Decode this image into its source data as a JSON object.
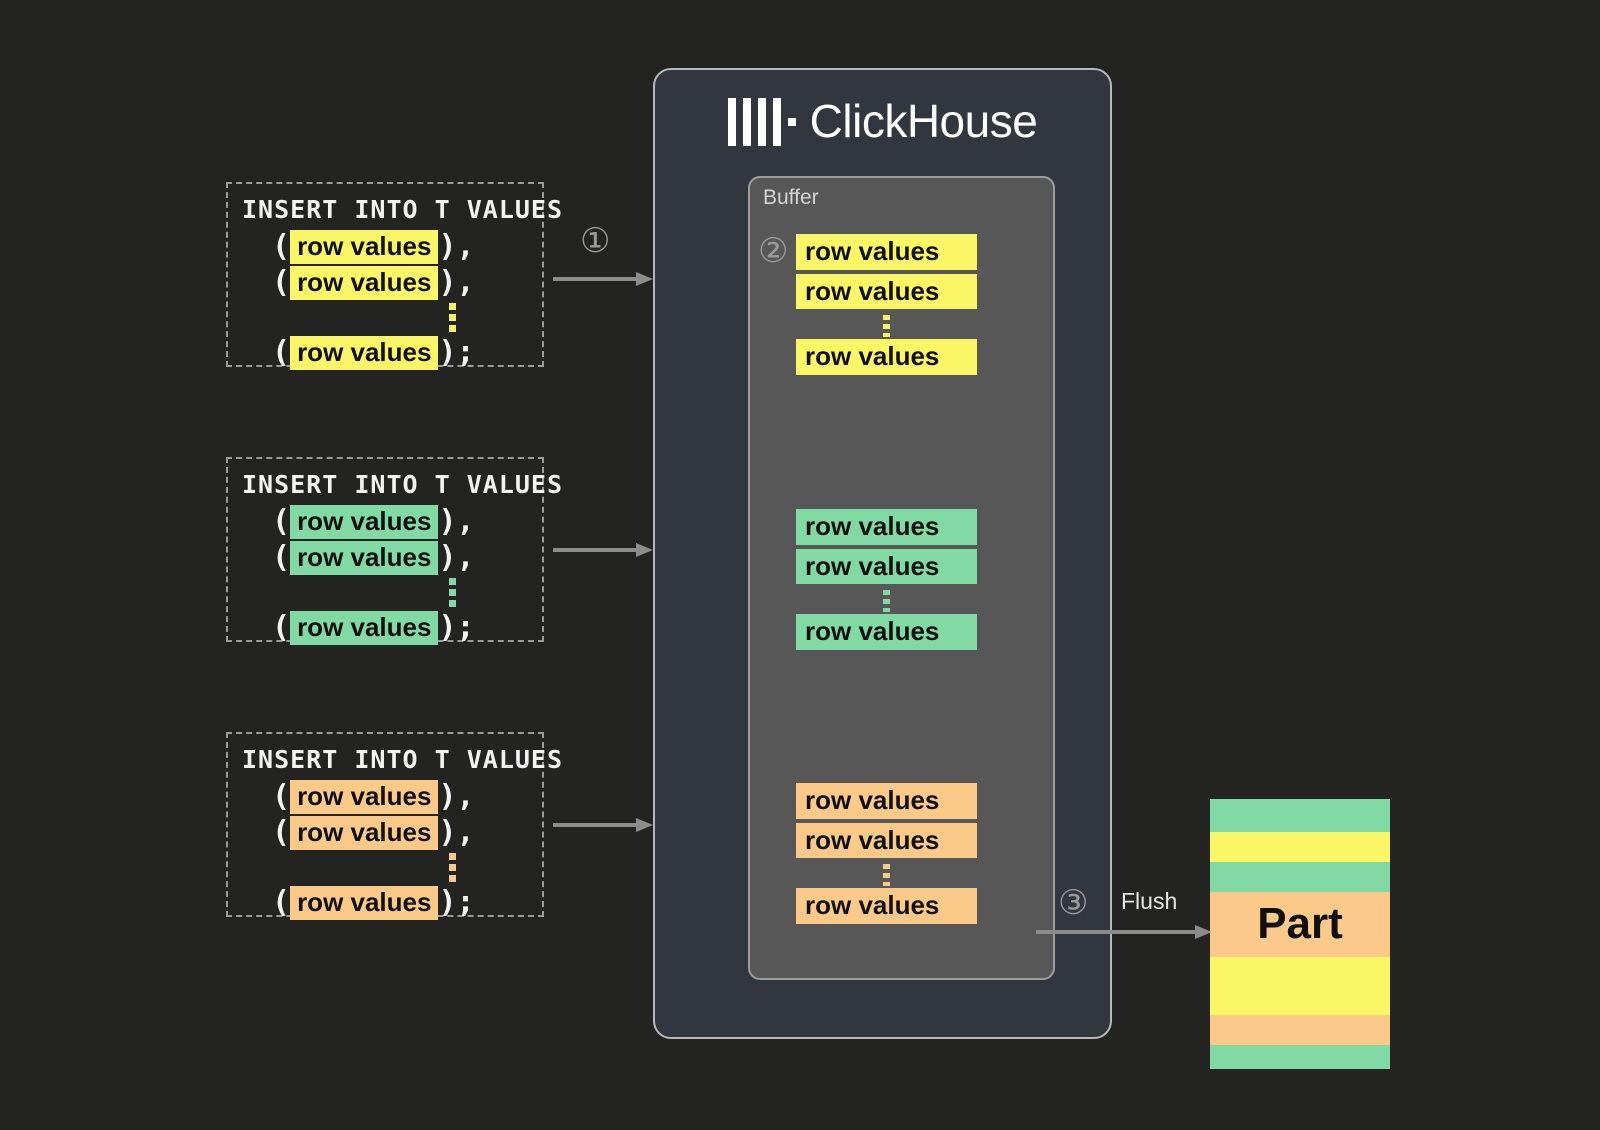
{
  "background_color": "#232322",
  "colors": {
    "yellow": "#FBF665",
    "green": "#81D9A4",
    "orange": "#FBC988",
    "panel_bg": "#32363F",
    "buffer_bg": "#575757",
    "arrow": "#8c8c8c",
    "dashed_border": "#9b9b9b",
    "text_light": "#f2f2f2"
  },
  "insert_blocks": [
    {
      "name": "insert-block-yellow",
      "header": "INSERT INTO T VALUES",
      "color": "#FBF665",
      "rows": [
        {
          "open": "(",
          "value": "row values",
          "close": "),"
        },
        {
          "open": "(",
          "value": "row values",
          "close": "),"
        },
        {
          "ellipsis": true
        },
        {
          "open": "(",
          "value": "row values",
          "close": ");"
        }
      ]
    },
    {
      "name": "insert-block-green",
      "header": "INSERT INTO T VALUES",
      "color": "#81D9A4",
      "rows": [
        {
          "open": "(",
          "value": "row values",
          "close": "),"
        },
        {
          "open": "(",
          "value": "row values",
          "close": "),"
        },
        {
          "ellipsis": true
        },
        {
          "open": "(",
          "value": "row values",
          "close": ");"
        }
      ]
    },
    {
      "name": "insert-block-orange",
      "header": "INSERT INTO T VALUES",
      "color": "#FBC988",
      "rows": [
        {
          "open": "(",
          "value": "row values",
          "close": "),"
        },
        {
          "open": "(",
          "value": "row values",
          "close": "),"
        },
        {
          "ellipsis": true
        },
        {
          "open": "(",
          "value": "row values",
          "close": ");"
        }
      ]
    }
  ],
  "clickhouse": {
    "name": "ClickHouse",
    "logo_bars": 4,
    "buffer": {
      "label": "Buffer",
      "groups": [
        {
          "name": "buffer-group-yellow",
          "color": "#FBF665",
          "rows": [
            "row values",
            "row values"
          ],
          "ellipsis": true,
          "last_row": "row values"
        },
        {
          "name": "buffer-group-green",
          "color": "#81D9A4",
          "rows": [
            "row values",
            "row values"
          ],
          "ellipsis": true,
          "last_row": "row values"
        },
        {
          "name": "buffer-group-orange",
          "color": "#FBC988",
          "rows": [
            "row values",
            "row values"
          ],
          "ellipsis": true,
          "last_row": "row values"
        }
      ]
    }
  },
  "step_markers": {
    "one": "①",
    "two": "②",
    "three": "③"
  },
  "flush": {
    "label": "Flush"
  },
  "part": {
    "label": "Part",
    "stripes": [
      {
        "color": "#81D9A4",
        "height": 33
      },
      {
        "color": "#FBF665",
        "height": 30
      },
      {
        "color": "#81D9A4",
        "height": 30
      },
      {
        "color": "#FBC988",
        "height": 65
      },
      {
        "color": "#FBF665",
        "height": 58
      },
      {
        "color": "#FBC988",
        "height": 30
      },
      {
        "color": "#81D9A4",
        "height": 24
      }
    ]
  }
}
